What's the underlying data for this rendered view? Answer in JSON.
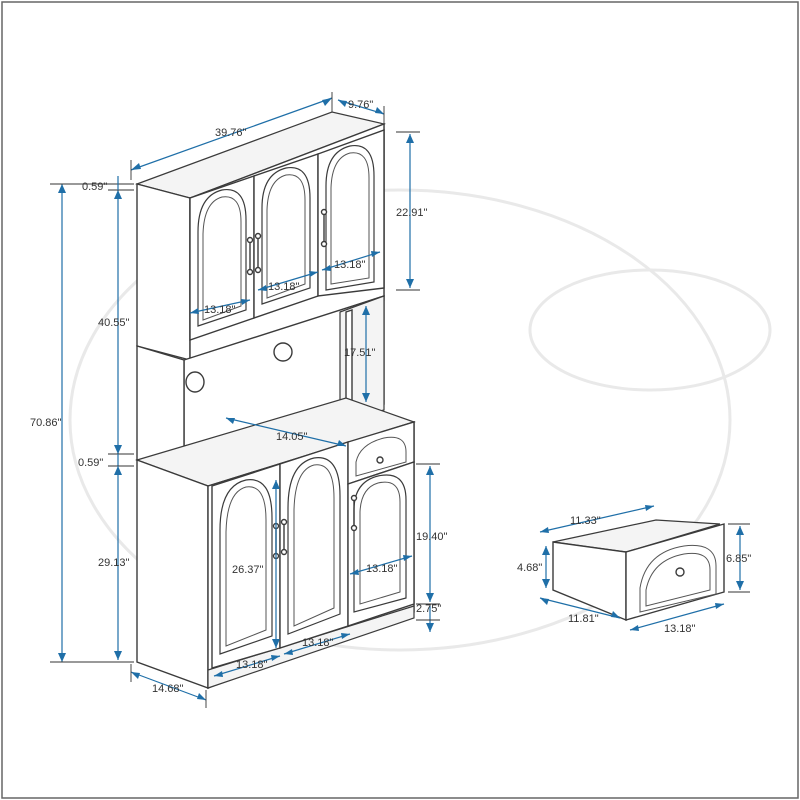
{
  "dimensions": {
    "top_width": "39.76\"",
    "top_depth": "9.76\"",
    "top_cabinet_height": "22.91\"",
    "left_top_thickness": "0.59\"",
    "upper_height": "40.55\"",
    "total_height": "70.86\"",
    "mid_thickness": "0.59\"",
    "lower_height": "29.13\"",
    "upper_door_1": "13.18\"",
    "upper_door_2": "13.18\"",
    "upper_door_3": "13.18\"",
    "open_shelf_height": "17.51\"",
    "counter_depth": "14.05\"",
    "lower_door_height": "26.37\"",
    "right_cabinet_height": "19.40\"",
    "right_door_width": "13.18\"",
    "base_height": "2.75\"",
    "lower_door_1": "13.18\"",
    "lower_door_2": "13.18\"",
    "base_depth": "14.68\""
  },
  "drawer": {
    "depth_top": "11.33\"",
    "inner_height": "4.68\"",
    "front_height": "6.85\"",
    "depth_bottom": "11.81\"",
    "front_width": "13.18\""
  }
}
